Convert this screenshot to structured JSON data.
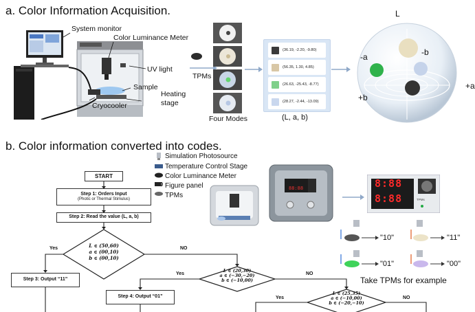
{
  "section_a": {
    "title": "a. Color Information Acquisition.",
    "labels": {
      "system_monitor": "System monitor",
      "meter": "Color Luminance Meter",
      "uv_light": "UV light",
      "sample": "Sample",
      "heating_stage_1": "Heating",
      "heating_stage_2": "stage",
      "cryocooler": "Cryocooler",
      "tpms": "TPMs",
      "four_modes": "Four Modes",
      "lab": "(L, a, b)"
    },
    "lab_values": [
      {
        "text": "(36.19, -2.20, -9.80)",
        "color": "#3a3a3a"
      },
      {
        "text": "(56.35, 1.30, 4.85)",
        "color": "#d8c7a6"
      },
      {
        "text": "(26.63, -25.43, -8.77)",
        "color": "#7fd08a"
      },
      {
        "text": "(28.27, -2.44, -13.09)",
        "color": "#c9d7ee"
      }
    ],
    "sphere_axes": {
      "L": "L",
      "neg_a": "-a",
      "neg_b": "-b",
      "pos_a": "+a",
      "pos_b": "+b"
    }
  },
  "section_b": {
    "title": "b. Color information converted into codes.",
    "legend": [
      {
        "label": "Simulation Photosource",
        "icon": "bulb-icon"
      },
      {
        "label": "Temperature Control Stage",
        "icon": "stage-icon"
      },
      {
        "label": "Color Luminance Meter",
        "icon": "meter-icon"
      },
      {
        "label": "Figure panel",
        "icon": "panel-icon"
      },
      {
        "label": "TPMs",
        "icon": "tpm-icon"
      }
    ],
    "display": {
      "top": "8:88",
      "bottom": "8:88",
      "caption": "TPMs",
      "digits": "88:88"
    },
    "flowchart": {
      "start": "START",
      "step1": "Step 1: Orders Input",
      "step1_sub": "(Photic or Thermal Stimulus)",
      "step2": "Step 2: Read the value (L, a, b)",
      "d1": [
        "L ∈ (50,60)",
        "a ∈ (00,10)",
        "b ∈ (00,10)"
      ],
      "d2": [
        "L ∈ (20,30)",
        "a ∈ (−30,−20)",
        "b ∈ (−10,00)"
      ],
      "d3": [
        "L ∈ (25,35)",
        "a ∈ (−10,00)",
        "b ∈ (−20,−10)"
      ],
      "yes": "Yes",
      "no": "NO",
      "step3": "Step 3: Output “11”",
      "step4": "Step 4: Output “01”"
    },
    "codes": [
      "\"10\"",
      "\"11\"",
      "\"01\"",
      "\"00\""
    ],
    "caption": "Take TPMs for example"
  }
}
